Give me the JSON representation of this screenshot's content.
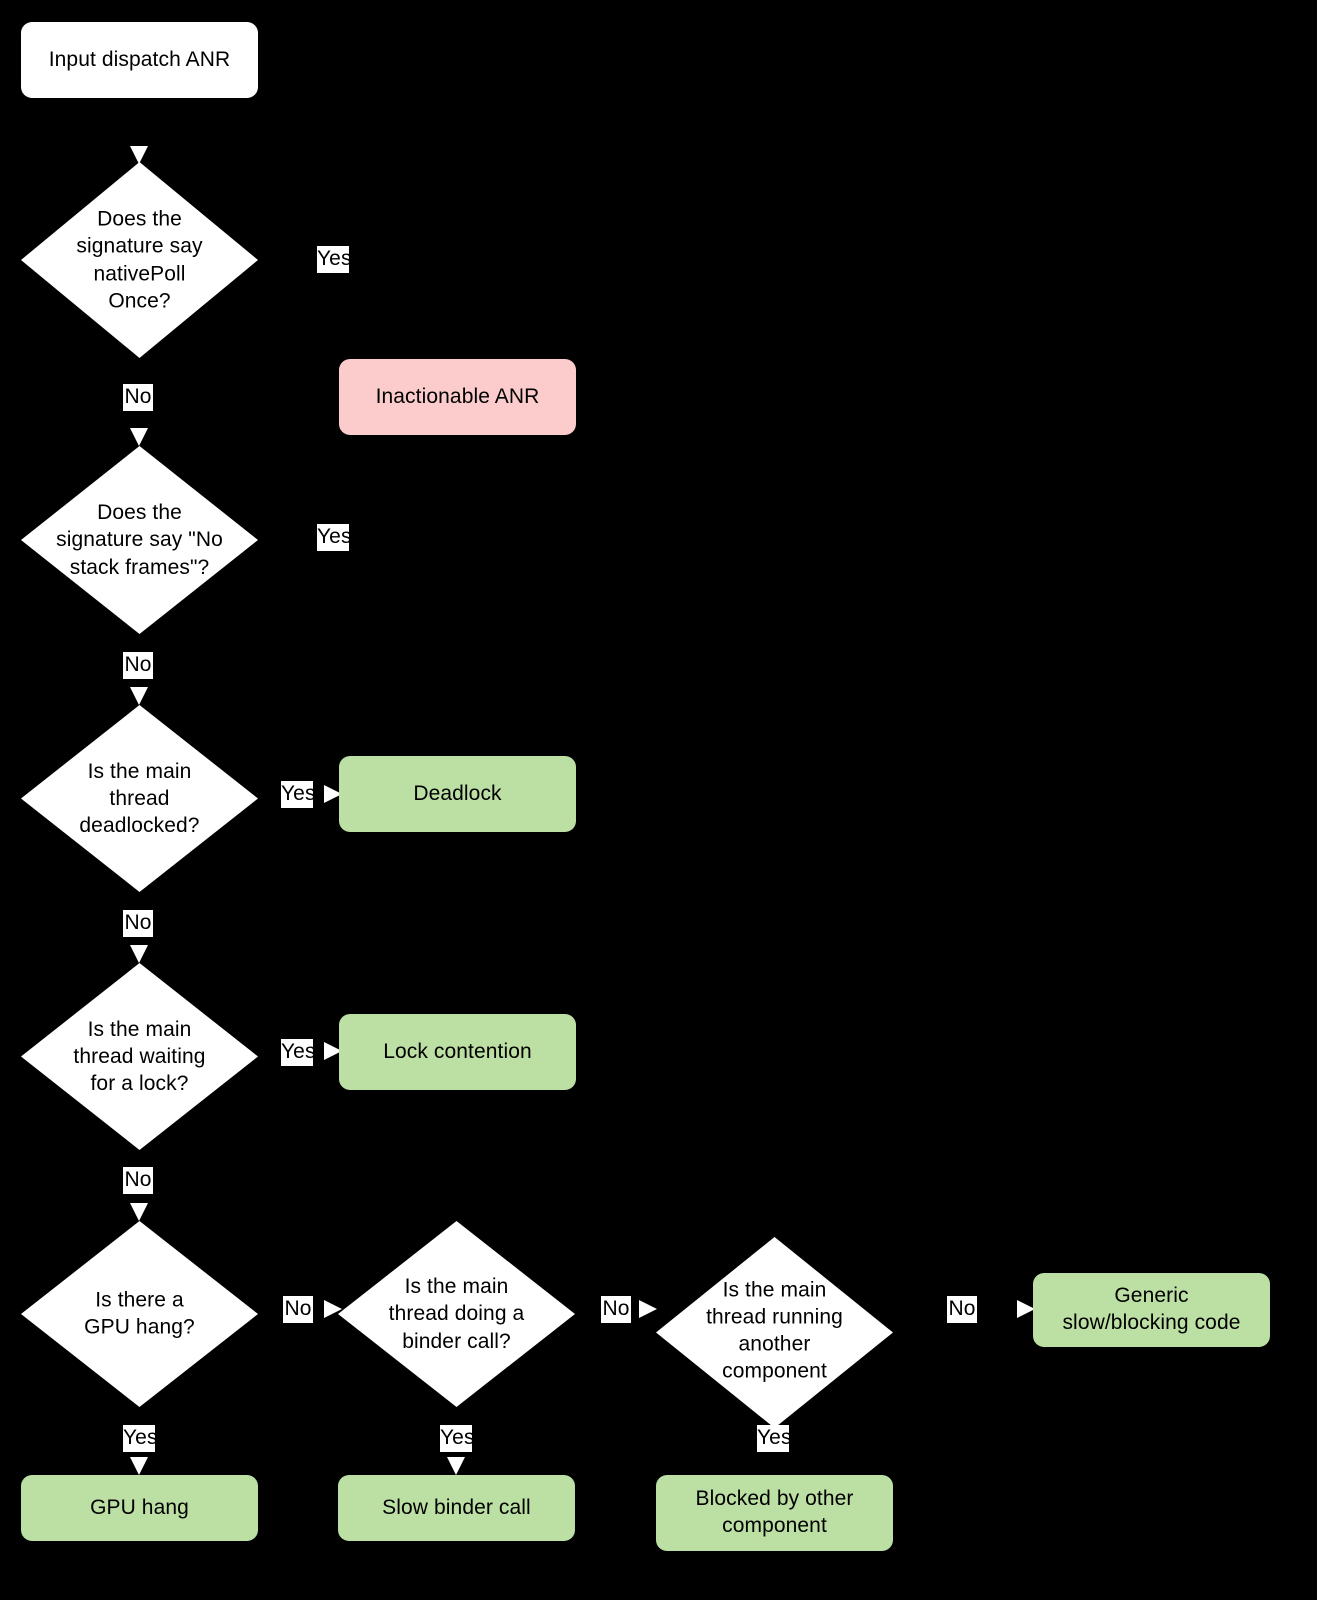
{
  "diagram": {
    "title": "Input dispatch ANR triage flowchart",
    "background_color": "#000000",
    "colors": {
      "start_fill": "#ffffff",
      "decision_fill": "#ffffff",
      "terminal_bad_fill": "#fbcccb",
      "terminal_good_fill": "#bcdfa4",
      "text": "#000000",
      "arrow_head": "#ffffff"
    }
  },
  "nodes": {
    "start": {
      "label": "Input dispatch ANR"
    },
    "decision_nativepoll": {
      "label": "Does the\nsignature say\nnativePoll\nOnce?"
    },
    "decision_nostackframes": {
      "label": "Does the\nsignature say \"No\nstack frames\"?"
    },
    "decision_deadlocked": {
      "label": "Is the main\nthread\ndeadlocked?"
    },
    "decision_waiting_lock": {
      "label": "Is the main\nthread waiting\nfor a lock?"
    },
    "decision_gpu_hang": {
      "label": "Is there a\nGPU hang?"
    },
    "decision_binder_call": {
      "label": "Is the main\nthread doing a\nbinder call?"
    },
    "decision_other_component": {
      "label": "Is the main\nthread running\nanother\ncomponent"
    },
    "result_inactionable": {
      "label": "Inactionable ANR"
    },
    "result_deadlock": {
      "label": "Deadlock"
    },
    "result_lock_contention": {
      "label": "Lock contention"
    },
    "result_gpu_hang": {
      "label": "GPU hang"
    },
    "result_slow_binder": {
      "label": "Slow binder call"
    },
    "result_blocked_other": {
      "label": "Blocked by other\ncomponent"
    },
    "result_generic_slow": {
      "label": "Generic\nslow/blocking code"
    }
  },
  "edge_labels": {
    "nativepoll_yes": "Yes",
    "nativepoll_no": "No",
    "nostackframes_yes": "Yes",
    "nostackframes_no": "No",
    "deadlocked_yes": "Yes",
    "deadlocked_no": "No",
    "waiting_lock_yes": "Yes",
    "waiting_lock_no": "No",
    "gpu_hang_no": "No",
    "gpu_hang_yes": "Yes",
    "binder_call_no": "No",
    "binder_call_yes": "Yes",
    "other_component_no": "No",
    "other_component_yes": "Yes"
  }
}
